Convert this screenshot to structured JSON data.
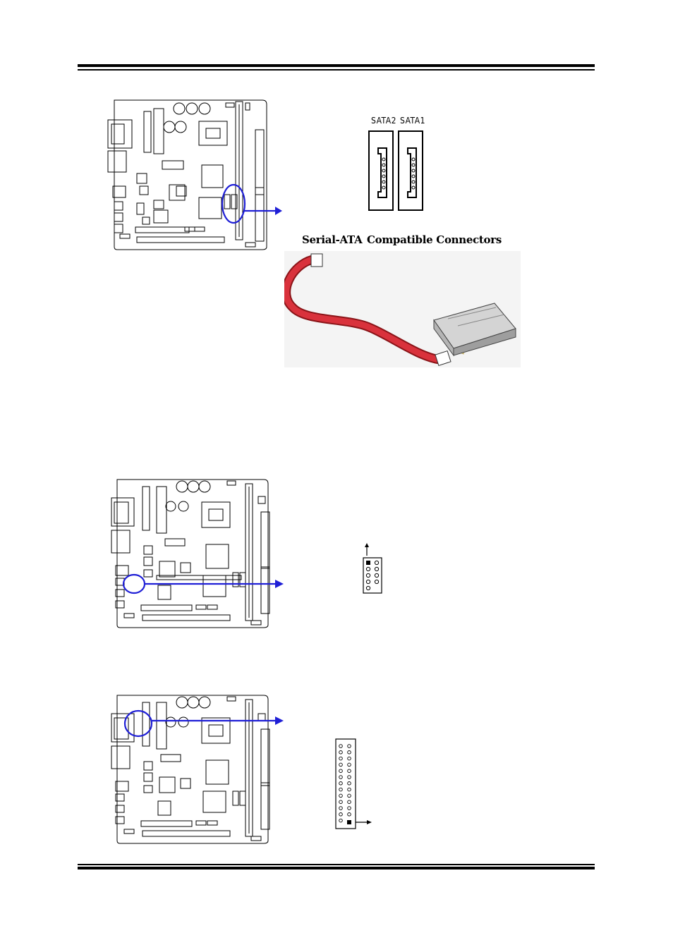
{
  "sata": {
    "connector_labels": [
      "SATA2",
      "SATA1"
    ],
    "caption_left": "Serial-ATA",
    "caption_right": "Compatible Connectors"
  },
  "colors": {
    "highlight": "#1f1fd6",
    "cable_red": "#d9323c",
    "outline": "#000000"
  }
}
